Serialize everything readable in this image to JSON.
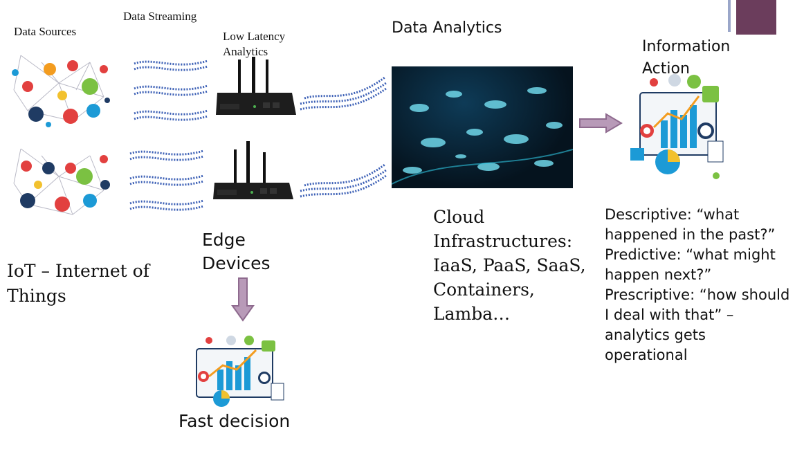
{
  "labels": {
    "data_sources": "Data Sources",
    "data_streaming": "Data Streaming",
    "low_latency": "Low Latency Analytics",
    "data_analytics": "Data Analytics",
    "information_action": "Information Action",
    "iot": "IoT – Internet of Things",
    "edge_devices": "Edge Devices",
    "cloud": "Cloud Infrastructures: IaaS, PaaS, SaaS, Containers, Lamba…",
    "fast_decision": "Fast decision"
  },
  "analytics_types": [
    "Descriptive: “what happened in the past?”",
    "Predictive: “what might happen next?”",
    "Prescriptive: “how should I deal with that” – analytics gets operational"
  ],
  "colors": {
    "arrow": "#8e6a8e",
    "deco_bar": "#6b3d5c",
    "stream_text": "#3b5fb5",
    "cloud_bg": "#05131e"
  },
  "icons": [
    "iot-network-icon",
    "data-stream-icon",
    "edge-router-icon",
    "cloud-icon",
    "analytics-dashboard-icon",
    "arrow-right-icon",
    "arrow-down-icon"
  ]
}
